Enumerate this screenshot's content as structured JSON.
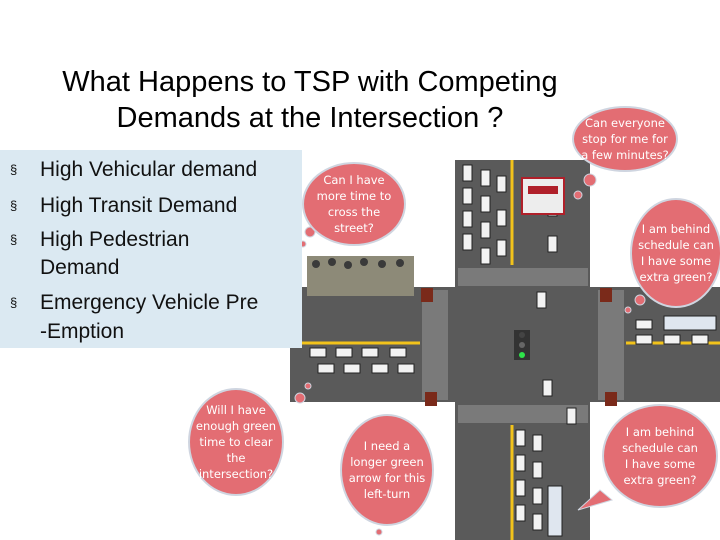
{
  "title": {
    "line1": "What Happens to TSP with Competing",
    "line2": "Demands at the Intersection ?"
  },
  "bullets": {
    "marker": "§",
    "items": [
      "High Vehicular demand",
      "High Transit Demand",
      "High Pedestrian",
      "Demand",
      "Emergency Vehicle Pre",
      "-Emption"
    ]
  },
  "bubbles": {
    "emergency": [
      "Can everyone",
      "stop for me for",
      "a few minutes?"
    ],
    "pedestrian": [
      "Can I have",
      "more time to",
      "cross the",
      "street?"
    ],
    "bus_east": [
      "I am behind",
      "schedule can",
      "I have some",
      "extra green?"
    ],
    "vehicles": [
      "Will I have",
      "enough green",
      "time to clear",
      "the",
      "intersection?"
    ],
    "left_turn": [
      "I need a",
      "longer green",
      "arrow for this",
      "left-turn"
    ],
    "bus_south": [
      "I am behind",
      "schedule can",
      "I have some",
      "extra green?"
    ]
  },
  "colors": {
    "bubble_fill": "#e36d73",
    "road": "#595959",
    "bullet_panel": "#dbe9f2",
    "lane_marking": "#f2c31b"
  }
}
